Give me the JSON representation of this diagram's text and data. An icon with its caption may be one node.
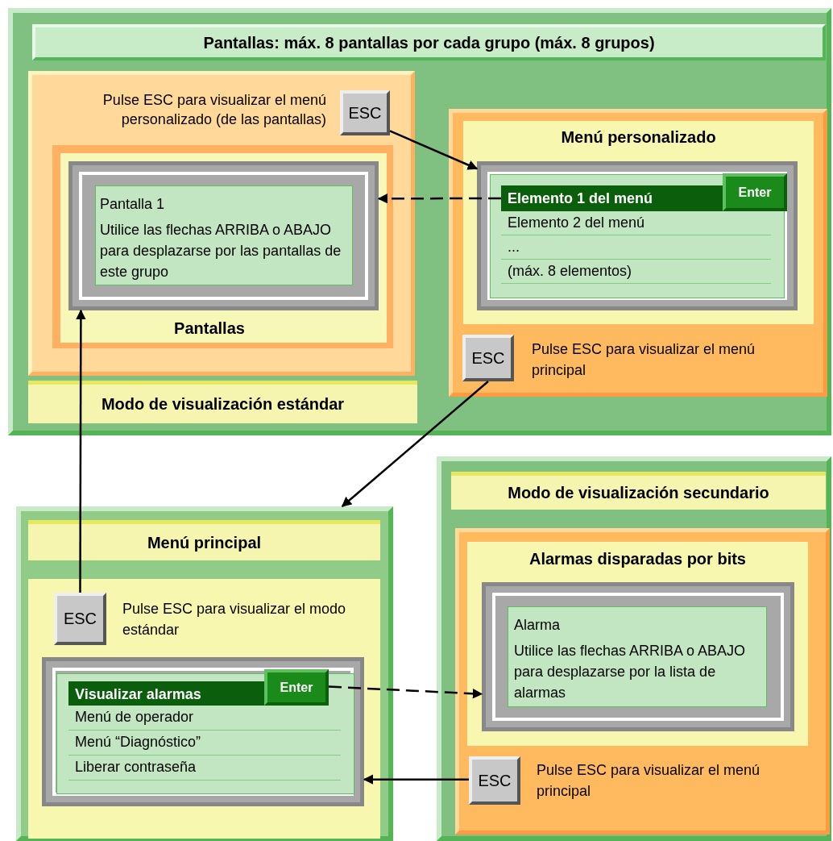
{
  "diagram": {
    "nodes": [
      {
        "text": [
          "Pantallas: máx. 8 pantallas por cada grupo (máx. 8 grupos)",
          "Modo de visualización estándar"
        ]
      },
      {
        "text": [
          "Pulse ESC para visualizar el menú personalizado (de las pantallas)",
          "Pantallas"
        ],
        "in": 0
      },
      {
        "text": [
          "ESC"
        ],
        "in": 1
      },
      {
        "text": [
          "Pantalla 1",
          "Utilice las flechas ARRIBA o ABAJO para desplazarse por las pantallas de este grupo"
        ],
        "in": 1
      },
      {
        "text": [
          "Menú personalizado",
          "Pulse ESC para visualizar el menú principal"
        ],
        "in": 0
      },
      {
        "text": [],
        "shape": "box",
        "in": 4
      },
      {
        "text": [
          "Elemento 1 del menú"
        ],
        "in": 5
      },
      {
        "text": [
          "Enter"
        ],
        "in": 5
      },
      {
        "text": [
          "Elemento 2 del menú"
        ],
        "in": 5
      },
      {
        "text": [
          "..."
        ],
        "in": 5
      },
      {
        "text": [
          "(máx. 8 elementos)"
        ],
        "in": 5
      },
      {
        "text": [
          "ESC"
        ],
        "in": 4
      },
      {
        "text": [
          "Menú principal",
          "Pulse ESC para visualizar el modo estándar"
        ]
      },
      {
        "text": [
          "ESC"
        ],
        "in": 12
      },
      {
        "text": [],
        "shape": "box",
        "in": 12
      },
      {
        "text": [
          "Visualizar alarmas"
        ],
        "in": 14
      },
      {
        "text": [
          "Enter"
        ],
        "in": 14
      },
      {
        "text": [
          "Menú de operador"
        ],
        "in": 14
      },
      {
        "text": [
          "Menú “Diagnóstico”"
        ],
        "in": 14
      },
      {
        "text": [
          "Liberar contraseña"
        ],
        "in": 14
      },
      {
        "text": [
          "Modo de visualización secundario"
        ]
      },
      {
        "text": [
          "Alarmas disparadas por bits",
          "Pulse ESC para visualizar el menú principal"
        ],
        "in": 20
      },
      {
        "text": [
          "Alarma",
          "Utilice las flechas ARRIBA o ABAJO para desplazarse por la lista de alarmas"
        ],
        "in": 21
      },
      {
        "text": [
          "ESC"
        ],
        "in": 21
      }
    ],
    "edges": [
      {
        "from": 2,
        "to": 5,
        "arrow": "to"
      },
      {
        "from": 6,
        "to": 3,
        "arrow": "to",
        "style": "dashed"
      },
      {
        "from": 11,
        "to": 12,
        "arrow": "to"
      },
      {
        "from": 13,
        "to": 3,
        "arrow": "to"
      },
      {
        "from": 16,
        "to": 22,
        "arrow": "to",
        "style": "dashed"
      },
      {
        "from": 23,
        "to": 14,
        "arrow": "to"
      }
    ]
  }
}
